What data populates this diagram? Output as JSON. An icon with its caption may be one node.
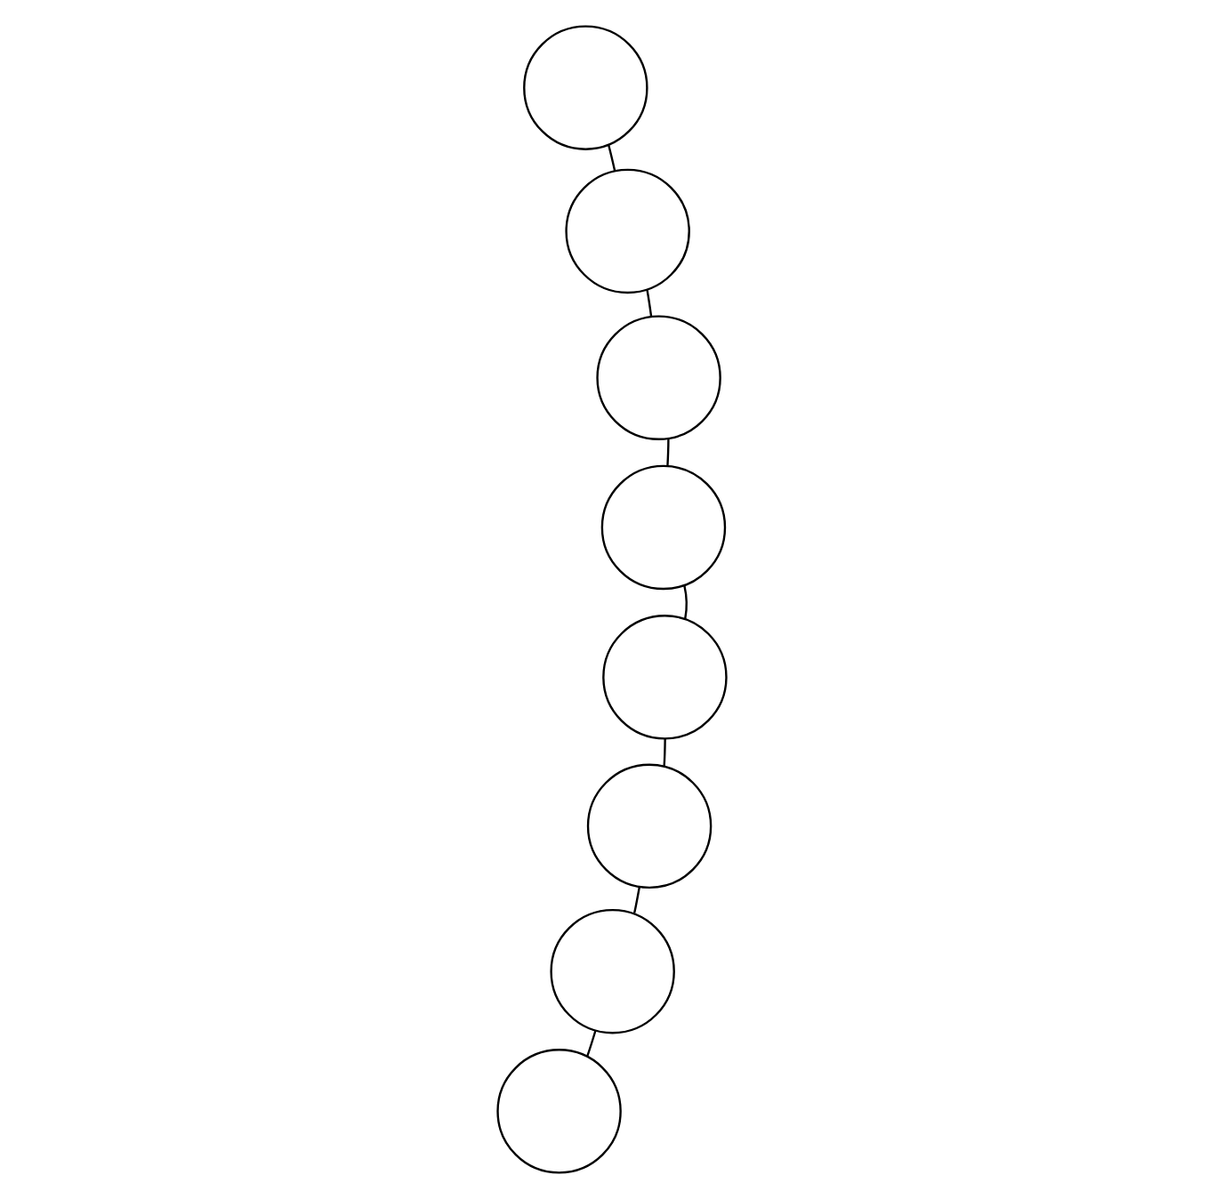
{
  "diagram": {
    "nodes": [
      {
        "text": [],
        "shape": "circle"
      },
      {
        "text": [],
        "shape": "circle"
      },
      {
        "text": [],
        "shape": "circle"
      },
      {
        "text": [],
        "shape": "circle"
      },
      {
        "text": [],
        "shape": "circle"
      },
      {
        "text": [],
        "shape": "circle"
      },
      {
        "text": [],
        "shape": "circle"
      },
      {
        "text": [],
        "shape": "circle"
      }
    ],
    "edges": [
      {
        "from": 0,
        "to": 1,
        "arrow": "none"
      },
      {
        "from": 1,
        "to": 7,
        "arrow": "none"
      },
      {
        "from": 7,
        "to": 6,
        "arrow": "none"
      },
      {
        "from": 6,
        "to": 5,
        "arrow": "none"
      },
      {
        "from": 5,
        "to": 4,
        "arrow": "none"
      },
      {
        "from": 4,
        "to": 2,
        "arrow": "none"
      },
      {
        "from": 2,
        "to": 3,
        "arrow": "none"
      }
    ]
  }
}
